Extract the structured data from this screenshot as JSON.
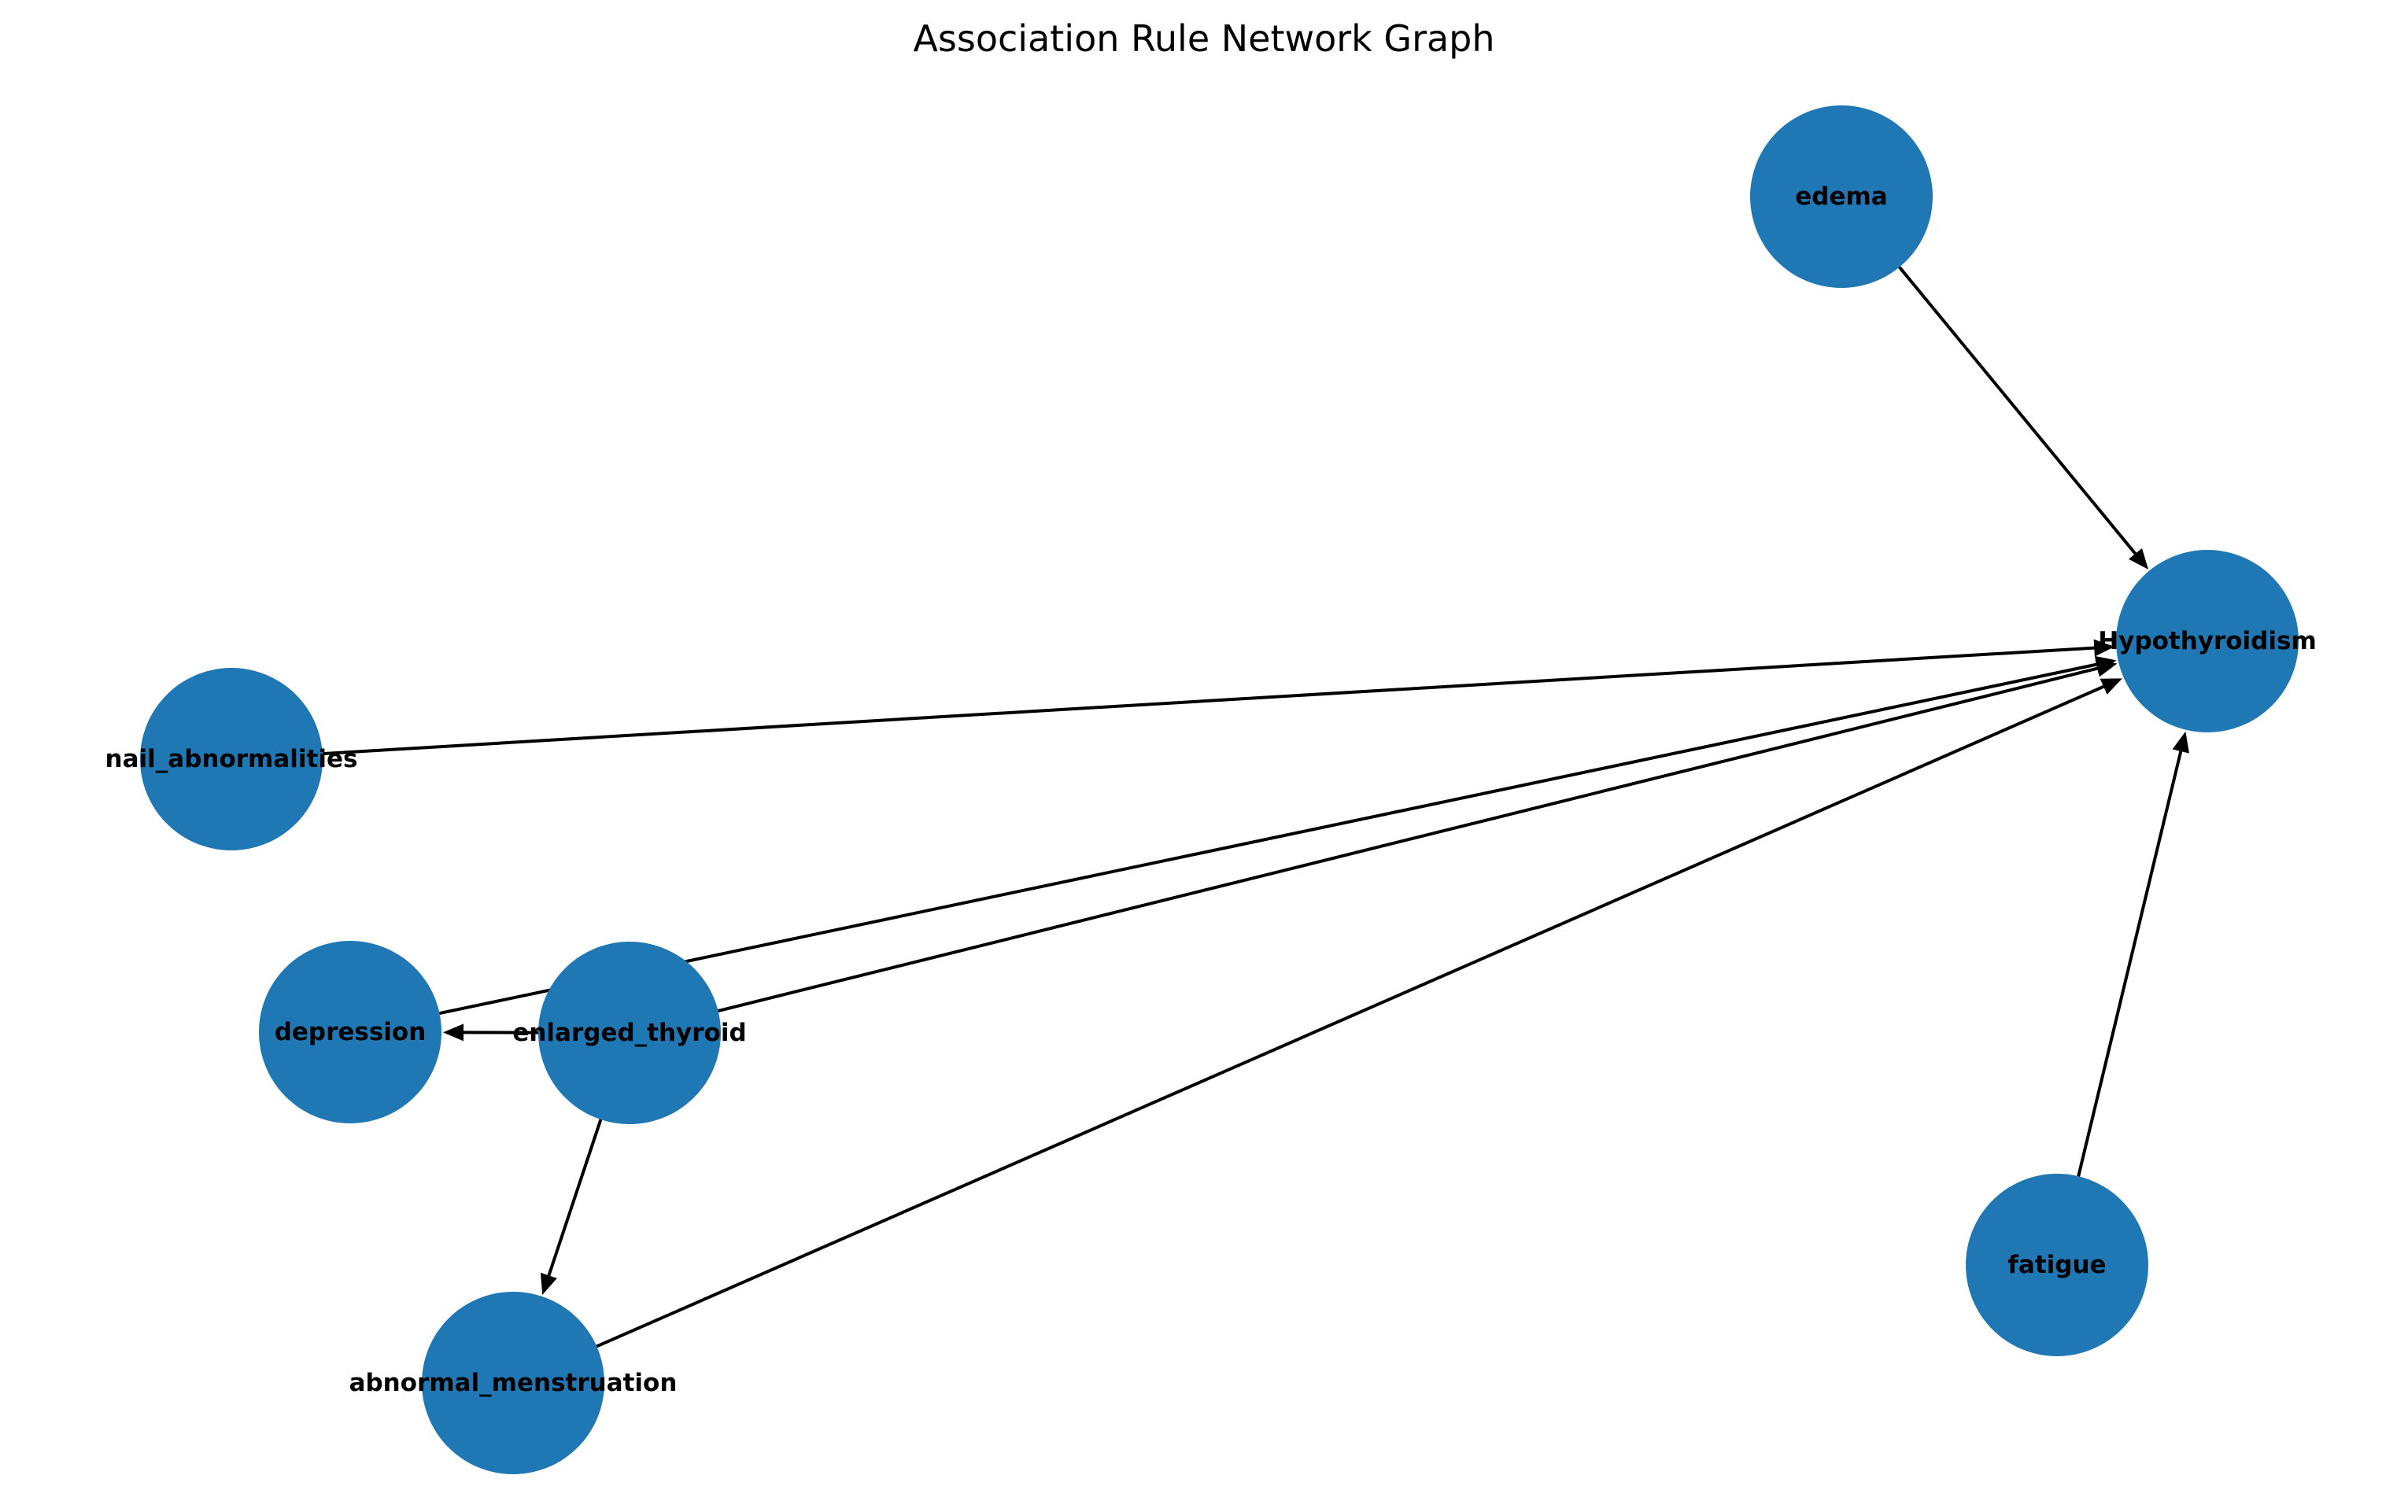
{
  "title": "Association Rule Network Graph",
  "colors": {
    "node": "#1f77b4",
    "edge": "#000000",
    "label": "#000000",
    "background": "#ffffff"
  },
  "nodes": [
    {
      "id": "edema",
      "label": "edema"
    },
    {
      "id": "Hypothyroidism",
      "label": "Hypothyroidism"
    },
    {
      "id": "nail_abnormalities",
      "label": "nail_abnormalities"
    },
    {
      "id": "depression",
      "label": "depression"
    },
    {
      "id": "enlarged_thyroid",
      "label": "enlarged_thyroid"
    },
    {
      "id": "abnormal_menstruation",
      "label": "abnormal_menstruation"
    },
    {
      "id": "fatigue",
      "label": "fatigue"
    }
  ],
  "edges": [
    {
      "from": "edema",
      "to": "Hypothyroidism"
    },
    {
      "from": "nail_abnormalities",
      "to": "Hypothyroidism"
    },
    {
      "from": "depression",
      "to": "Hypothyroidism"
    },
    {
      "from": "enlarged_thyroid",
      "to": "Hypothyroidism"
    },
    {
      "from": "enlarged_thyroid",
      "to": "depression"
    },
    {
      "from": "enlarged_thyroid",
      "to": "abnormal_menstruation"
    },
    {
      "from": "abnormal_menstruation",
      "to": "Hypothyroidism"
    },
    {
      "from": "fatigue",
      "to": "Hypothyroidism"
    }
  ]
}
